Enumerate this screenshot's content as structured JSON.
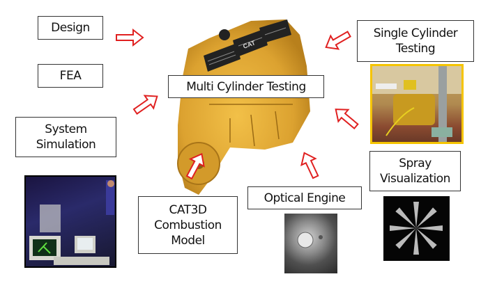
{
  "center": {
    "label": "Multi Cylinder Testing"
  },
  "nodes": {
    "design": "Design",
    "fea": "FEA",
    "system_simulation": [
      "System",
      "Simulation"
    ],
    "cat3d": [
      "CAT3D",
      "Combustion",
      "Model"
    ],
    "optical_engine": "Optical Engine",
    "spray_visualization": [
      "Spray",
      "Visualization"
    ],
    "single_cylinder": [
      "Single Cylinder",
      "Testing"
    ]
  },
  "colors": {
    "arrow": "#e02020",
    "engine": "#e8b030",
    "photo_border": "#f5c400"
  }
}
